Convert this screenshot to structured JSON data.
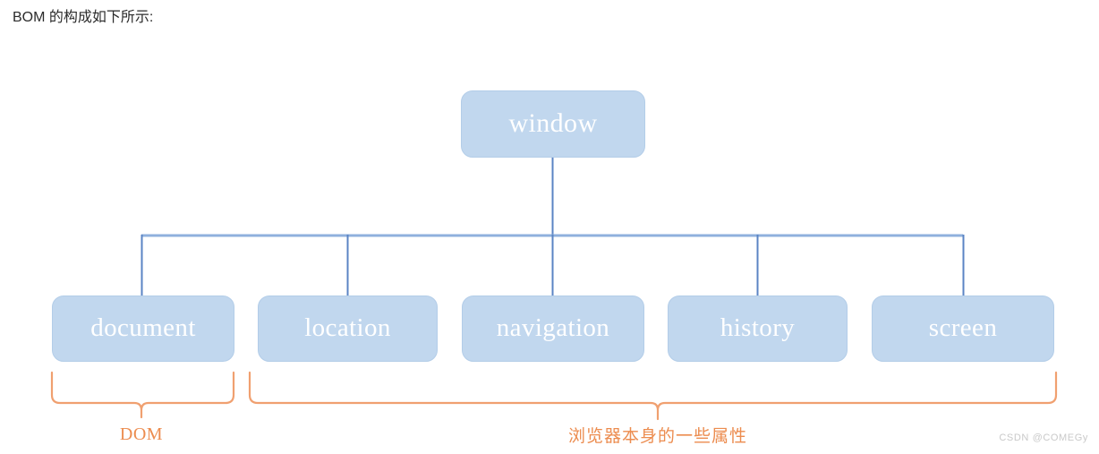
{
  "page": {
    "heading": "BOM 的构成如下所示:",
    "background_color": "#ffffff"
  },
  "diagram": {
    "type": "tree",
    "node_fill_color": "#c1d7ee",
    "node_border_color": "#b3cde8",
    "node_text_color": "#ffffff",
    "connector_color": "#4a7ebb",
    "brace_color": "#ec8c4f",
    "root": {
      "id": "window",
      "label": "window"
    },
    "children": [
      {
        "id": "document",
        "label": "document"
      },
      {
        "id": "location",
        "label": "location"
      },
      {
        "id": "navigation",
        "label": "navigation"
      },
      {
        "id": "history",
        "label": "history"
      },
      {
        "id": "screen",
        "label": "screen"
      }
    ],
    "groups": [
      {
        "id": "dom",
        "caption": "DOM",
        "covers": [
          "document"
        ]
      },
      {
        "id": "browser-props",
        "caption": "浏览器本身的一些属性",
        "covers": [
          "location",
          "navigation",
          "history",
          "screen"
        ]
      }
    ]
  },
  "watermark": {
    "text": "CSDN @COMEGy"
  }
}
